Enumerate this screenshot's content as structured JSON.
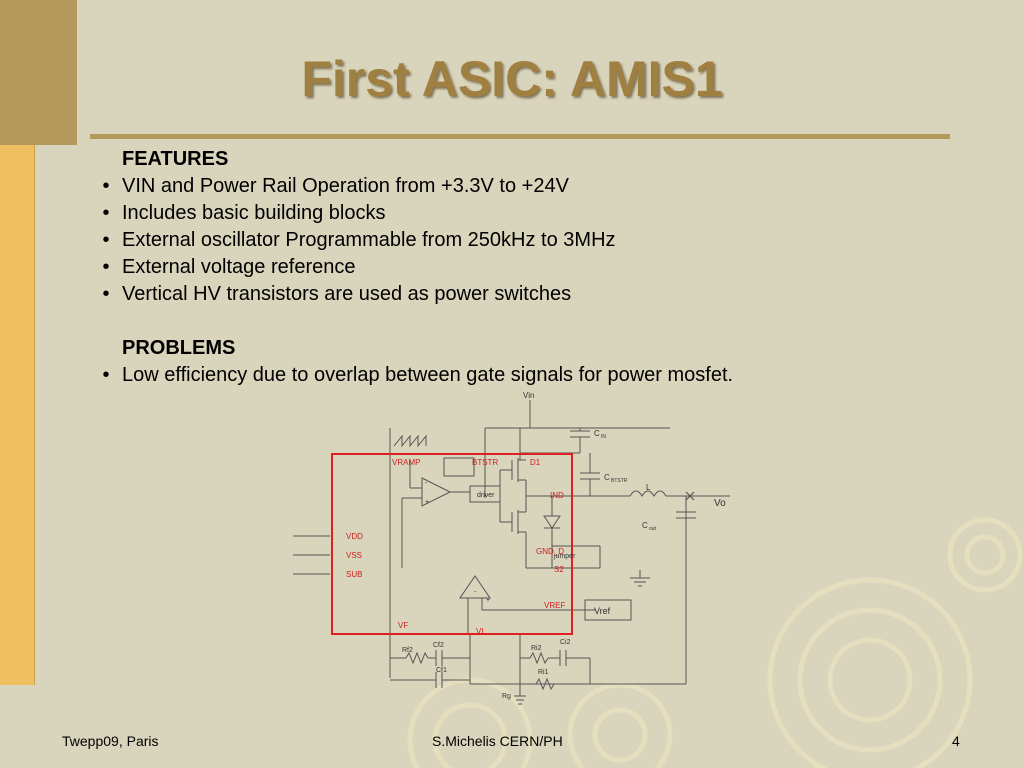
{
  "slide": {
    "title": "First ASIC: AMIS1",
    "features_heading": "FEATURES",
    "features": [
      "VIN and Power Rail Operation from +3.3V to +24V",
      "Includes basic building blocks",
      "External oscillator Programmable from 250kHz to 3MHz",
      "External voltage reference",
      "Vertical HV transistors are used as power switches"
    ],
    "problems_heading": "PROBLEMS",
    "problems": [
      "Low efficiency due to overlap between gate signals for power mosfet."
    ],
    "bullet_symbol": "•"
  },
  "schematic": {
    "vin": "Vin",
    "cin": "C",
    "cin_sub": "IN",
    "cbtstr": "C",
    "cbtstr_sub": "BTSTR",
    "inductor": "L",
    "vo": "Vo",
    "cout": "C",
    "cout_sub": "out",
    "vramp": "VRAMP",
    "btstr": "BTSTR",
    "d1": "D1",
    "ind": "IND",
    "gnd_d": "GND_D",
    "jumper": "jumper",
    "s2": "S2",
    "driver": "driver",
    "vdd": "VDD",
    "vss": "VSS",
    "sub": "SUB",
    "vref_label": "VREF",
    "vref_box": "Vref",
    "vf": "VF",
    "vi": "VI",
    "rf2": "Rf2",
    "cf2": "Cf2",
    "cf1": "Cf1",
    "ri2": "Ri2",
    "ci2": "Ci2",
    "ri1": "Ri1",
    "rg": "Rg",
    "minus": "-",
    "plus": "+"
  },
  "footer": {
    "left": "Twepp09, Paris",
    "center": "S.Michelis CERN/PH",
    "page": "4"
  },
  "colors": {
    "background": "#d9d4bc",
    "accent_dark": "#b39a5c",
    "accent_bar": "#f0c060",
    "title": "#a08040",
    "asic_box": "#e02020"
  }
}
